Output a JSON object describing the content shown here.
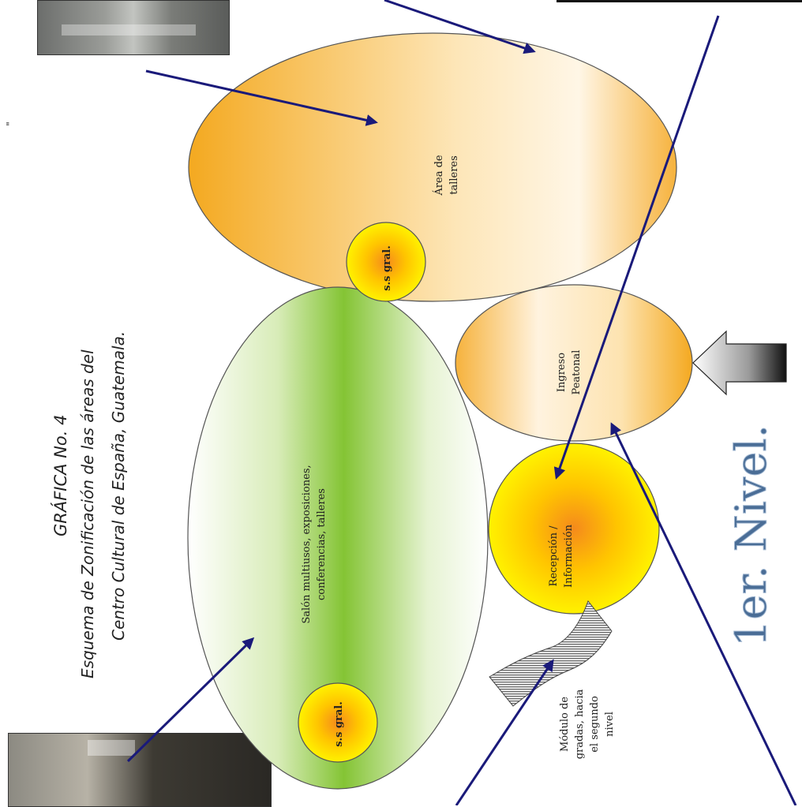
{
  "title": {
    "line1": "GRÁFICA No. 4",
    "line2": "Esquema de Zonificación de las áreas del",
    "line3": "Centro Cultural de España, Guatemala."
  },
  "mark": "\"",
  "zones": {
    "talleres": [
      "Área de",
      "talleres"
    ],
    "salon": [
      "Salón multiusos, exposiciones,",
      "conferencias, talleres"
    ],
    "ingreso": [
      "Ingreso",
      "Peatonal"
    ],
    "recepcion": [
      "Recepción /",
      "Información"
    ],
    "ss_top": "s.s gral.",
    "ss_bottom": "s.s gral."
  },
  "stairs_label": [
    "Módulo de",
    "gradas, hacia",
    "el segundo",
    "nivel"
  ],
  "level_label": "1er. Nivel.",
  "colors": {
    "orange": "#f6b23c",
    "green": "#8cc63f",
    "yellow": "#ffe600",
    "arrow": "#1a1a7a",
    "level_text": "#4a6d96"
  }
}
